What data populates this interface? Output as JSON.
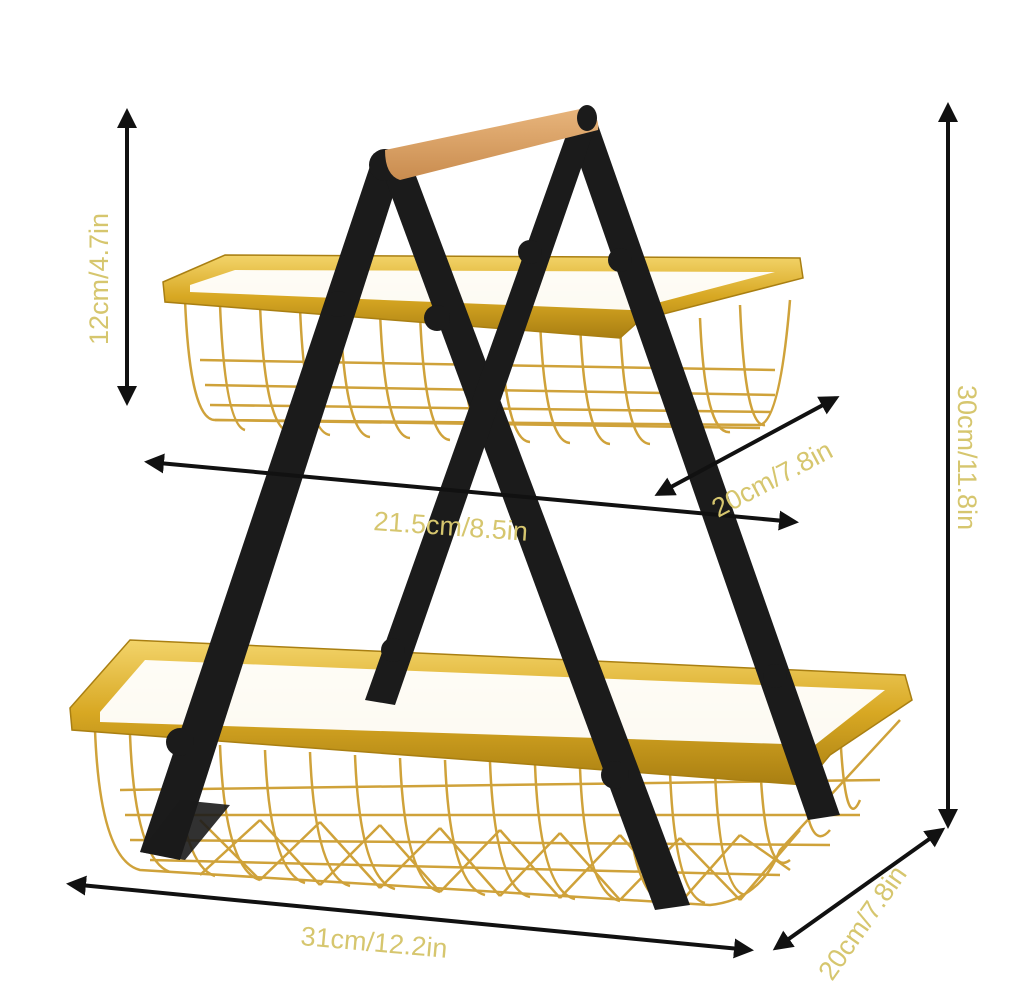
{
  "product": {
    "name": "Two-tier wire basket stand",
    "colors": {
      "gold": "#d8a823",
      "gold_dark": "#a97f12",
      "frame": "#1b1b1b",
      "handle": "#d79a5c",
      "label": "#d6c66e",
      "arrow": "#111111",
      "background": "#ffffff"
    }
  },
  "dimensions": {
    "top_tier_height": "12cm/4.7in",
    "total_height": "30cm/11.8in",
    "top_width": "21.5cm/8.5in",
    "top_depth": "20cm/7.8in",
    "bottom_width": "31cm/12.2in",
    "bottom_depth": "20cm/7.8in"
  }
}
